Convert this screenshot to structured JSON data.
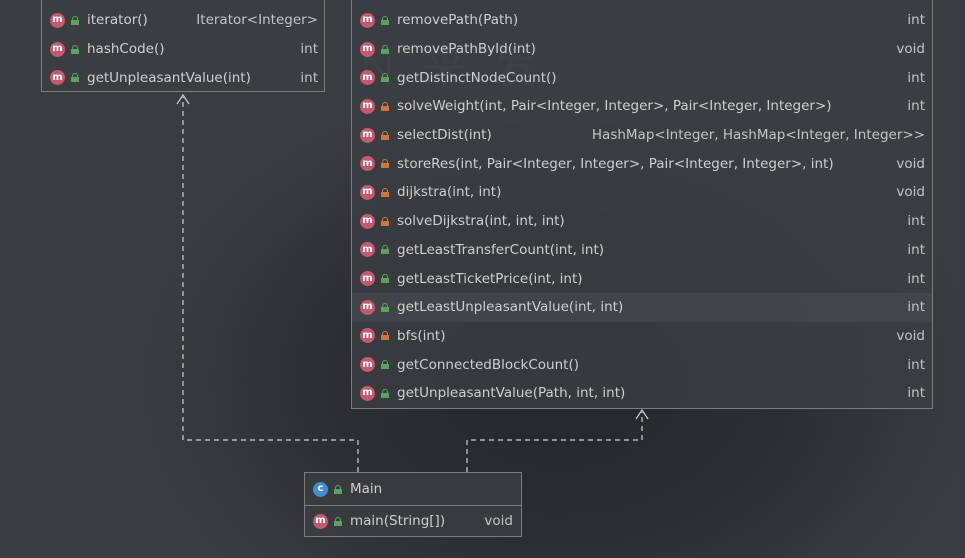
{
  "left_box": {
    "members": [
      {
        "icon": "m",
        "visibility": "public",
        "signature": "iterator()",
        "type": "Iterator<Integer>"
      },
      {
        "icon": "m",
        "visibility": "public",
        "signature": "hashCode()",
        "type": "int"
      },
      {
        "icon": "m",
        "visibility": "public",
        "signature": "getUnpleasantValue(int)",
        "type": "int"
      }
    ]
  },
  "right_box": {
    "members": [
      {
        "icon": "m",
        "visibility": "public",
        "signature": "removePath(Path)",
        "type": "int"
      },
      {
        "icon": "m",
        "visibility": "public",
        "signature": "removePathById(int)",
        "type": "void"
      },
      {
        "icon": "m",
        "visibility": "public",
        "signature": "getDistinctNodeCount()",
        "type": "int"
      },
      {
        "icon": "m",
        "visibility": "private",
        "signature": "solveWeight(int, Pair<Integer, Integer>, Pair<Integer, Integer>)",
        "type": "int"
      },
      {
        "icon": "m",
        "visibility": "private",
        "signature": "selectDist(int)",
        "type": "HashMap<Integer, HashMap<Integer, Integer>>"
      },
      {
        "icon": "m",
        "visibility": "private",
        "signature": "storeRes(int, Pair<Integer, Integer>, Pair<Integer, Integer>, int)",
        "type": "void"
      },
      {
        "icon": "m",
        "visibility": "private",
        "signature": "dijkstra(int, int)",
        "type": "void"
      },
      {
        "icon": "m",
        "visibility": "private",
        "signature": "solveDijkstra(int, int, int)",
        "type": "int"
      },
      {
        "icon": "m",
        "visibility": "public",
        "signature": "getLeastTransferCount(int, int)",
        "type": "int"
      },
      {
        "icon": "m",
        "visibility": "public",
        "signature": "getLeastTicketPrice(int, int)",
        "type": "int"
      },
      {
        "icon": "m",
        "visibility": "public",
        "signature": "getLeastUnpleasantValue(int, int)",
        "type": "int"
      },
      {
        "icon": "m",
        "visibility": "private",
        "signature": "bfs(int)",
        "type": "void"
      },
      {
        "icon": "m",
        "visibility": "public",
        "signature": "getConnectedBlockCount()",
        "type": "int"
      },
      {
        "icon": "m",
        "visibility": "public",
        "signature": "getUnpleasantValue(Path, int, int)",
        "type": "int"
      }
    ]
  },
  "main_box": {
    "class_icon": "c",
    "class_name": "Main",
    "members": [
      {
        "icon": "m",
        "visibility": "public",
        "signature": "main(String[])",
        "type": "void"
      }
    ]
  },
  "colors": {
    "method_badge": "#c45a6e",
    "class_badge": "#3f8fd0",
    "public_lock": "#5aa35a",
    "private_lock": "#d0763a",
    "box_border": "#7d7d7d",
    "arrow": "#cfcfcf"
  }
}
